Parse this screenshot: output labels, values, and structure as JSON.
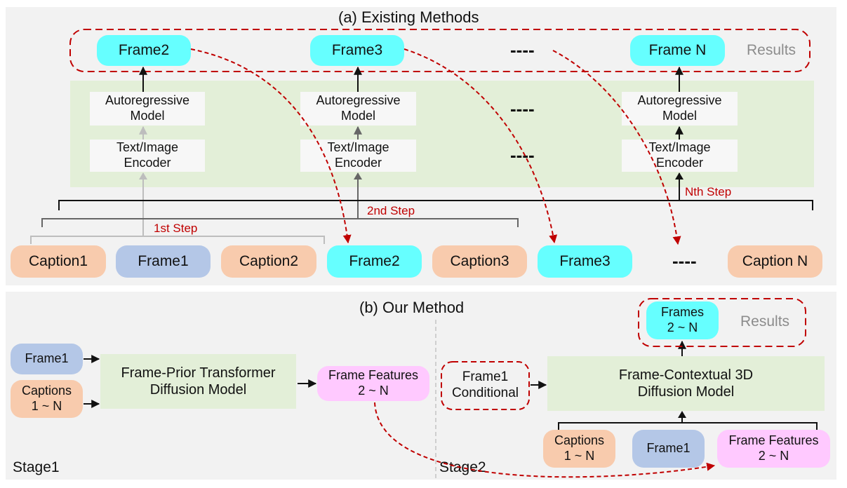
{
  "top_panel": {
    "title": "(a) Existing Methods",
    "results_label": "Results",
    "result_frames": [
      "Frame2",
      "Frame3",
      "Frame N"
    ],
    "dashes": "----",
    "model_label": "Autoregressive\nModel",
    "encoder_label": "Text/Image\nEncoder",
    "steps": [
      "1st Step",
      "2nd Step",
      "Nth Step"
    ],
    "inputs": [
      "Caption1",
      "Frame1",
      "Caption2",
      "Frame2",
      "Caption3",
      "Frame3",
      "----",
      "Caption N"
    ]
  },
  "bottom_panel": {
    "title": "(b) Our Method",
    "stage1_label": "Stage1",
    "stage2_label": "Stage2",
    "frame1": "Frame1",
    "captions": "Captions\n1 ~ N",
    "transformer": "Frame-Prior Transformer\nDiffusion Model",
    "frame_features": "Frame Features\n2 ~ N",
    "frame1_conditional": "Frame1\nConditional",
    "contextual_model": "Frame-Contextual 3D\nDiffusion Model",
    "frames_out": "Frames\n2 ~ N",
    "results_label": "Results",
    "stage2_captions": "Captions\n1 ~ N",
    "stage2_frame1": "Frame1",
    "stage2_features": "Frame Features\n2 ~ N"
  },
  "colors": {
    "cyan": "#66ffff",
    "orange": "#f8cbad",
    "blue": "#b4c7e7",
    "pink": "#ffc9ff",
    "green": "#e3efd8",
    "red_dash": "#c00000",
    "step_text": "#c00000"
  }
}
